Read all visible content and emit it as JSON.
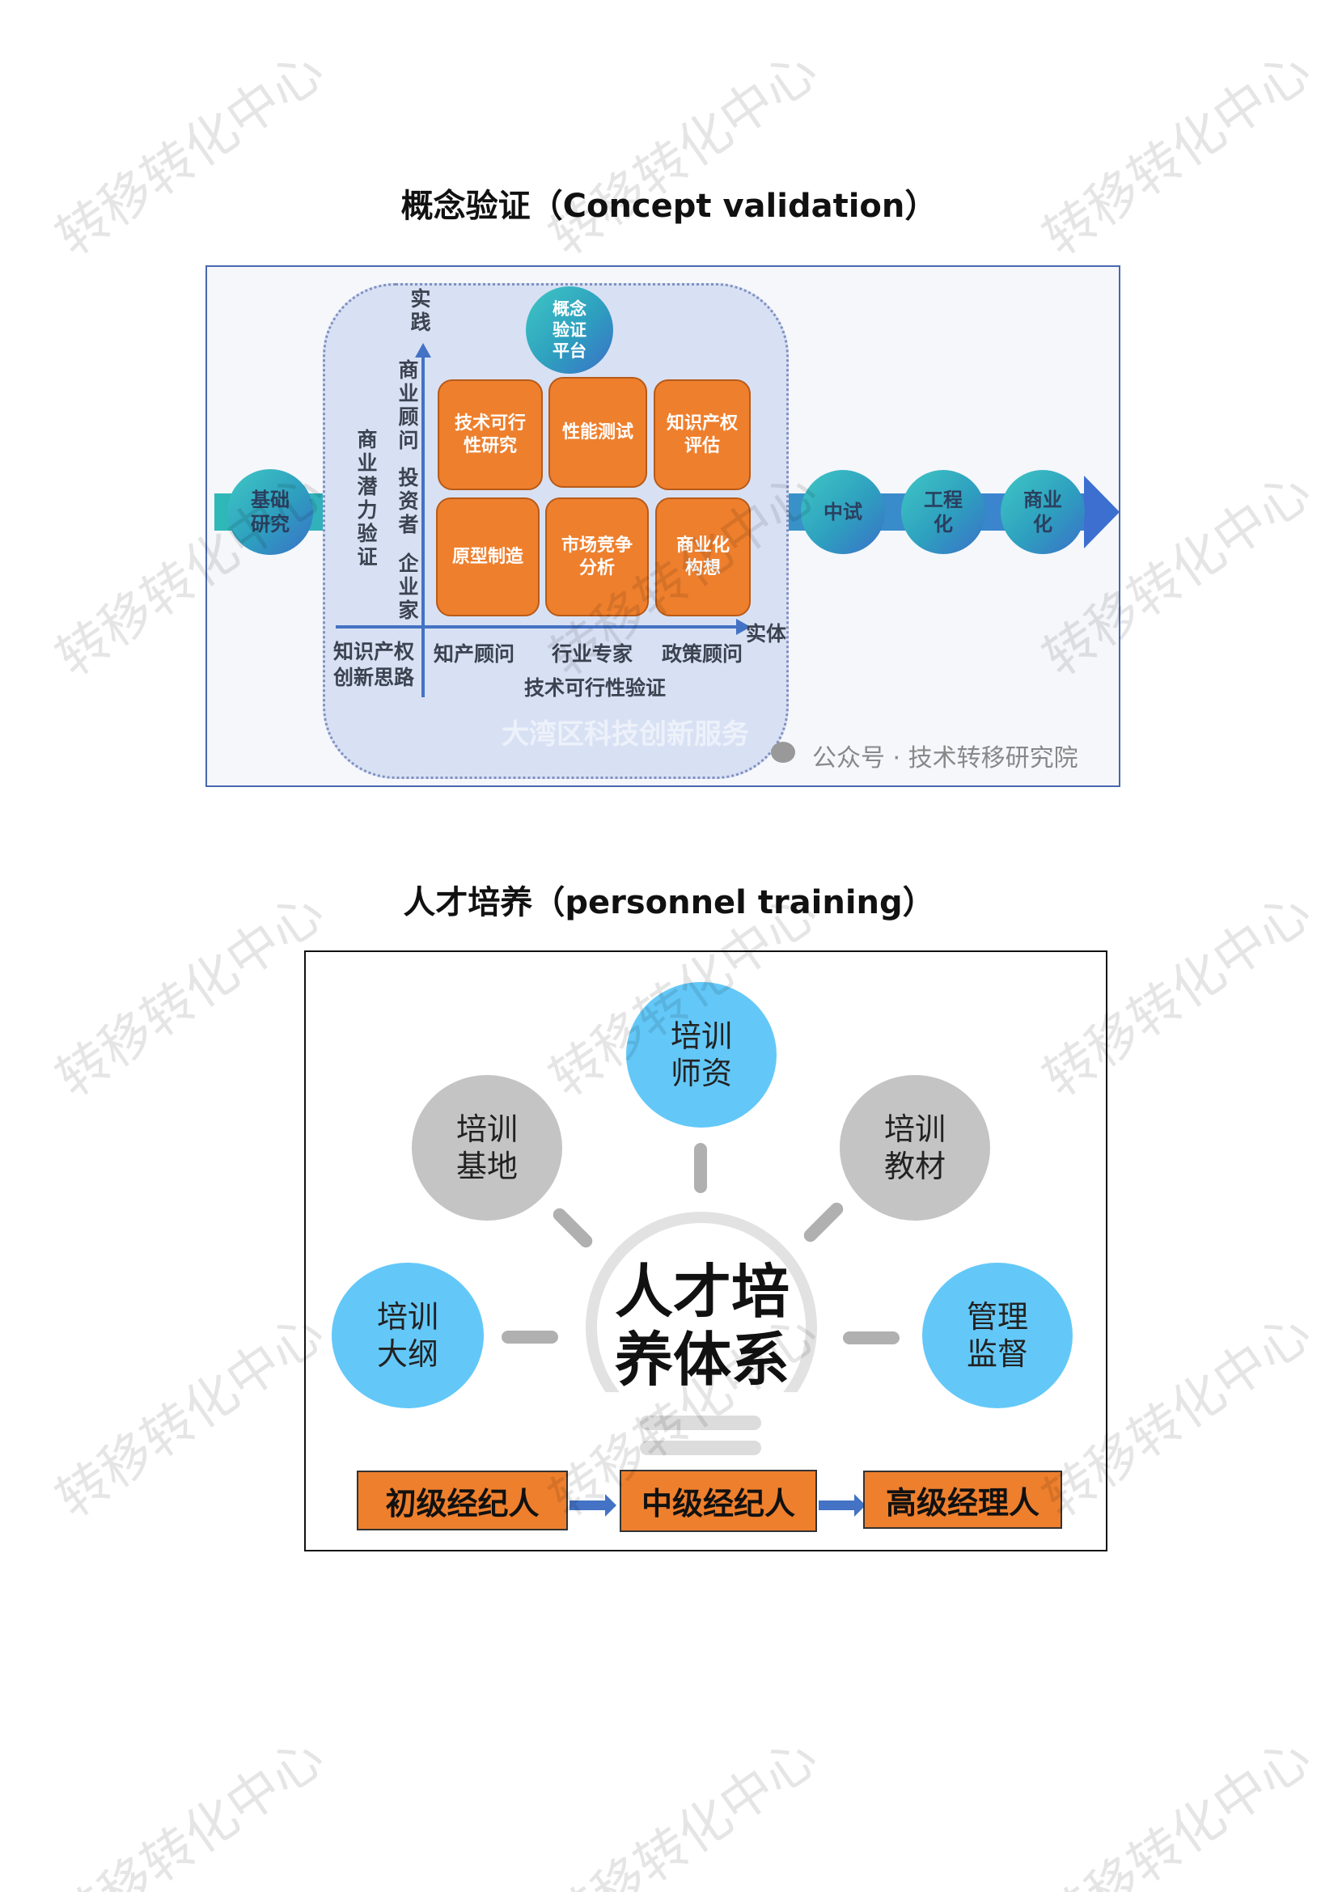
{
  "section1": {
    "title": "概念验证（Concept validation）",
    "start_node": "基础\n研究",
    "platform": "概念\n验证\n平台",
    "axis_y_label": "实践",
    "axis_x_label": "实体",
    "y_side_left": "商业潜力验证",
    "y_side_right": [
      "商业顾问",
      "投资者",
      "企业家"
    ],
    "corner_label": "知识产权\n创新思路",
    "x_labels": [
      "知产顾问",
      "行业专家",
      "政策顾问"
    ],
    "x_caption": "技术可行性验证",
    "boxes": [
      "技术可行\n性研究",
      "性能测试",
      "知识产权\n评估",
      "原型制造",
      "市场竞争\n分析",
      "商业化\n构想"
    ],
    "stages": [
      "中试",
      "工程\n化",
      "商业\n化"
    ],
    "source": "公众号 · 技术转移研究院",
    "image_watermark": "大湾区科技创新服务"
  },
  "section2": {
    "title": "人才培养（personnel training）",
    "center": "人才培\n养体系",
    "nodes": [
      "培训\n师资",
      "培训\n基地",
      "培训\n教材",
      "培训\n大纲",
      "管理\n监督"
    ],
    "levels": [
      "初级经纪人",
      "中级经纪人",
      "高级经理人"
    ]
  },
  "watermark": "转移转化中心",
  "colors": {
    "orange": "#ee7f2d",
    "teal": "#2fb8b8",
    "blue_node": "#63c8f8",
    "gray_node": "#c4c4c4",
    "axis": "#4472c4"
  }
}
